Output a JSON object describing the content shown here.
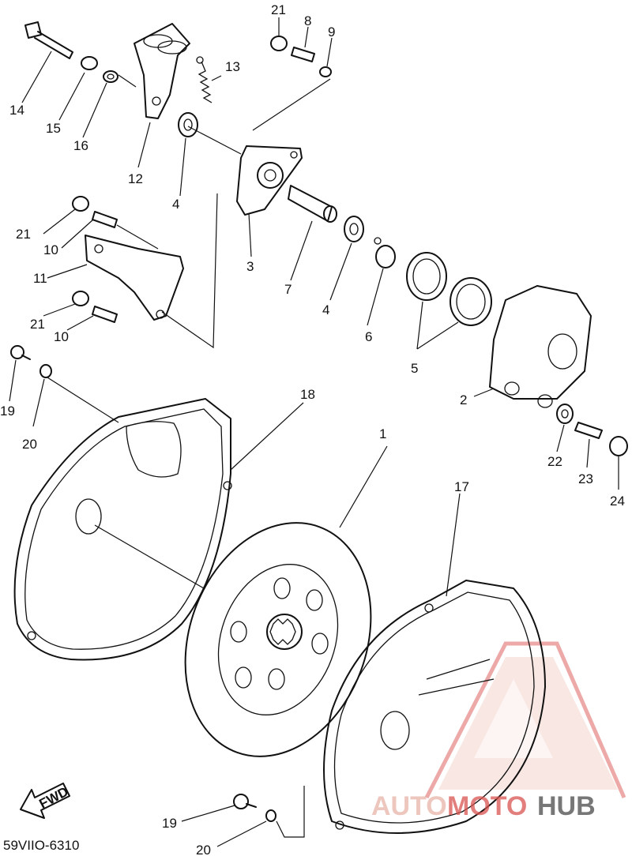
{
  "callouts": [
    {
      "id": "c1",
      "label": "1"
    },
    {
      "id": "c2",
      "label": "2"
    },
    {
      "id": "c3",
      "label": "3"
    },
    {
      "id": "c4a",
      "label": "4"
    },
    {
      "id": "c4b",
      "label": "4"
    },
    {
      "id": "c5",
      "label": "5"
    },
    {
      "id": "c6",
      "label": "6"
    },
    {
      "id": "c7",
      "label": "7"
    },
    {
      "id": "c8",
      "label": "8"
    },
    {
      "id": "c9",
      "label": "9"
    },
    {
      "id": "c10a",
      "label": "10"
    },
    {
      "id": "c10b",
      "label": "10"
    },
    {
      "id": "c11",
      "label": "11"
    },
    {
      "id": "c12",
      "label": "12"
    },
    {
      "id": "c13",
      "label": "13"
    },
    {
      "id": "c14",
      "label": "14"
    },
    {
      "id": "c15",
      "label": "15"
    },
    {
      "id": "c16",
      "label": "16"
    },
    {
      "id": "c17",
      "label": "17"
    },
    {
      "id": "c18",
      "label": "18"
    },
    {
      "id": "c19a",
      "label": "19"
    },
    {
      "id": "c19b",
      "label": "19"
    },
    {
      "id": "c20a",
      "label": "20"
    },
    {
      "id": "c20b",
      "label": "20"
    },
    {
      "id": "c21a",
      "label": "21"
    },
    {
      "id": "c21b",
      "label": "21"
    },
    {
      "id": "c21c",
      "label": "21"
    },
    {
      "id": "c22",
      "label": "22"
    },
    {
      "id": "c23",
      "label": "23"
    },
    {
      "id": "c24",
      "label": "24"
    }
  ],
  "fwd_label": "FWD",
  "diagram_code": "59VIIO-6310",
  "watermark": {
    "part1": "AUTO",
    "part2": "MOTO",
    "part3": "HUB",
    "color_primary": "#e8b4a8",
    "color_accent": "#d9534f",
    "color_dark": "#4a4a4a"
  }
}
